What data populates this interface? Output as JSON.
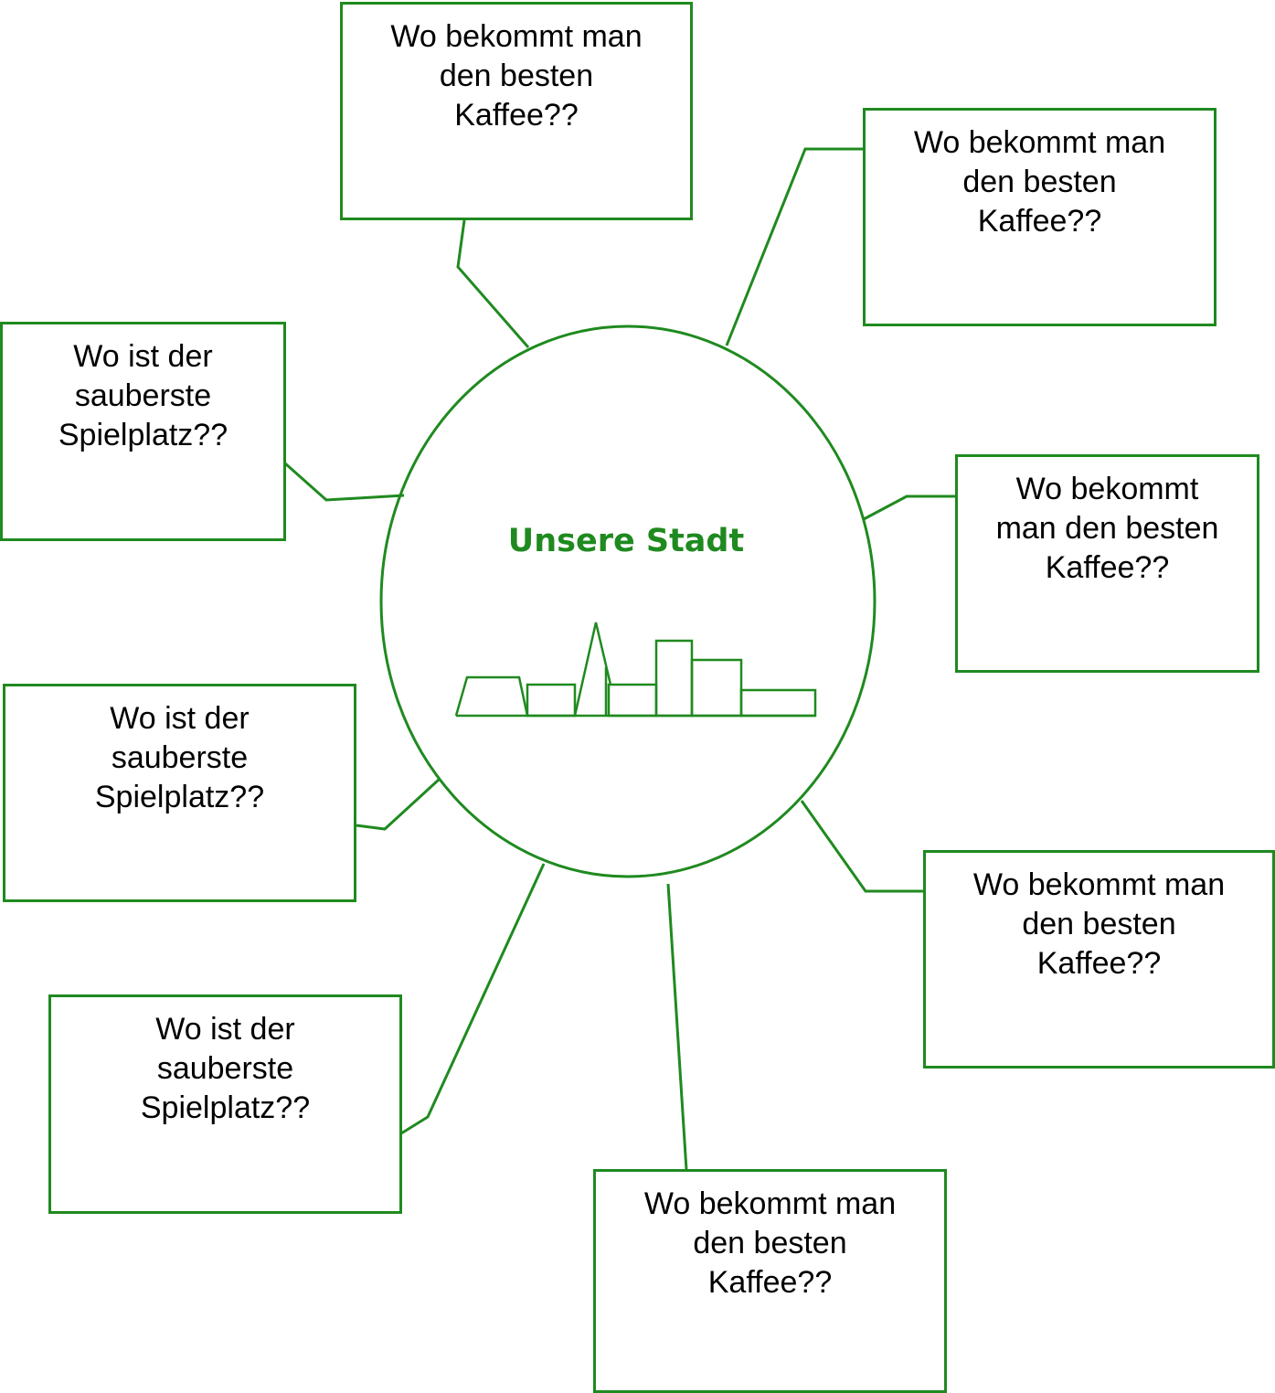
{
  "center": {
    "title": "Unsere Stadt"
  },
  "boxes": [
    {
      "lines": [
        "Wo bekommt man",
        "den besten",
        "Kaffee??"
      ]
    },
    {
      "lines": [
        "Wo bekommt man",
        "den besten",
        "Kaffee??"
      ]
    },
    {
      "lines": [
        "Wo bekommt",
        "man den besten",
        "Kaffee??"
      ]
    },
    {
      "lines": [
        "Wo bekommt man",
        "den besten",
        "Kaffee??"
      ]
    },
    {
      "lines": [
        "Wo bekommt man",
        "den besten",
        "Kaffee??"
      ]
    },
    {
      "lines": [
        "Wo ist der",
        "sauberste",
        "Spielplatz??"
      ]
    },
    {
      "lines": [
        "Wo ist der",
        "sauberste",
        "Spielplatz??"
      ]
    },
    {
      "lines": [
        "Wo ist der",
        "sauberste",
        "Spielplatz??"
      ]
    }
  ],
  "colors": {
    "accent": "#1f8a1f",
    "text": "#000000",
    "background": "#ffffff"
  }
}
